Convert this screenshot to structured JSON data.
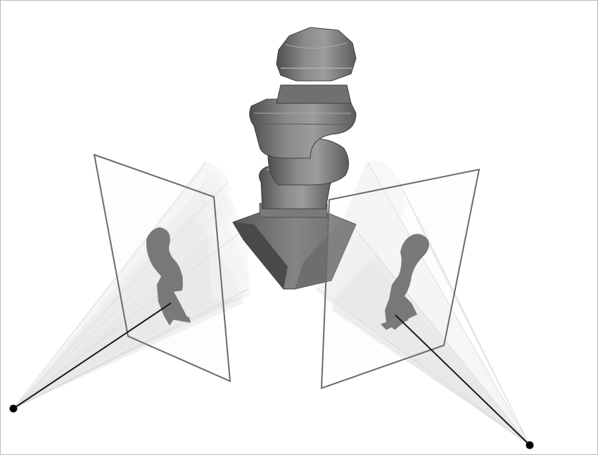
{
  "figure": {
    "description_text": "",
    "colors": {
      "background": "#ffffff",
      "border": "#b9b9b9",
      "object_dark": "#5a5a5a",
      "object_mid": "#7e7e7e",
      "object_light": "#a8a8a8",
      "image_plane": "#6a6a6a",
      "camera_center": "#000000",
      "ray_fill": "#c8c8c8"
    },
    "icons": [
      "baluster-3d-object",
      "image-plane-left",
      "image-plane-right",
      "camera-center-left",
      "camera-center-right",
      "silhouette-left",
      "silhouette-right",
      "visual-cone-left",
      "visual-cone-right"
    ]
  }
}
